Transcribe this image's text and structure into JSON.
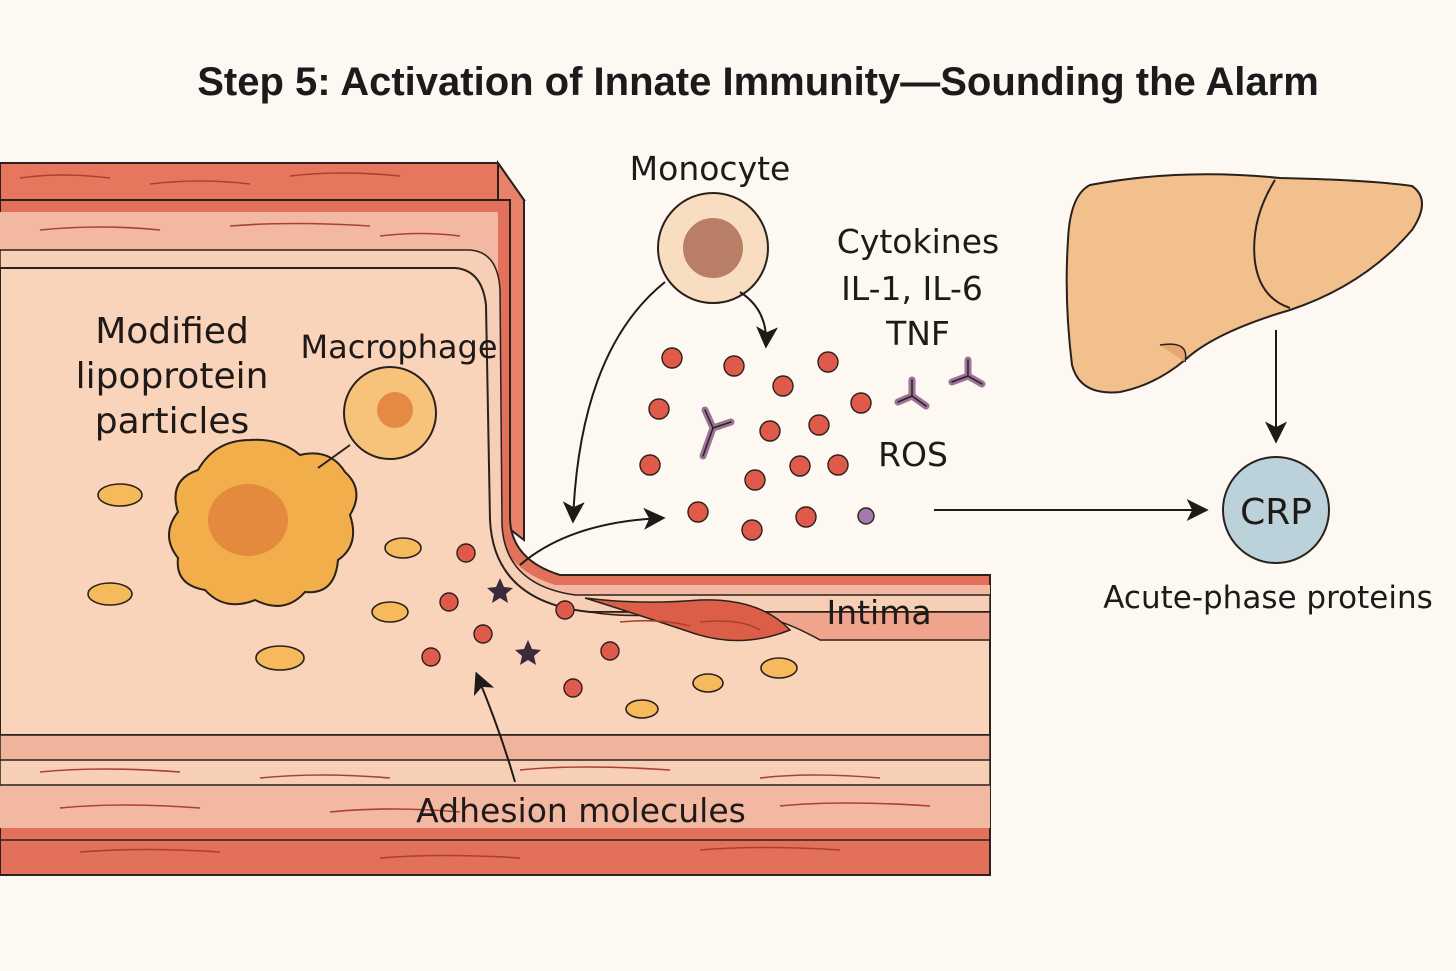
{
  "title": "Step 5: Activation of Innate Immunity—Sounding the Alarm",
  "labels": {
    "monocyte": "Monocyte",
    "cytokines": [
      "Cytokines",
      "IL-1, IL-6",
      "TNF"
    ],
    "ros": "ROS",
    "modified": [
      "Modified",
      "lipoprotein",
      "particles"
    ],
    "macrophage": "Macrophage",
    "intima": "Intima",
    "adhesion": "Adhesion molecules",
    "crp": "CRP",
    "acute_phase": "Acute-phase proteins"
  },
  "colors": {
    "background": "#fdf8f1",
    "outer_wall": "#e2705a",
    "media": "#f2b8a2",
    "intima": "#f6cfb6",
    "lumen_tissue": "#f9d4bb",
    "lipid_particle": "#f6b95c",
    "macrophage": "#f3ae4c",
    "monocyte_nucleus": "#b97f66",
    "cytokine_dot": "#e05a4c",
    "cytokine_y": "#9b7398",
    "liver": "#f1c08c",
    "crp": "#bcd2da",
    "stroke": "#2a211c"
  }
}
